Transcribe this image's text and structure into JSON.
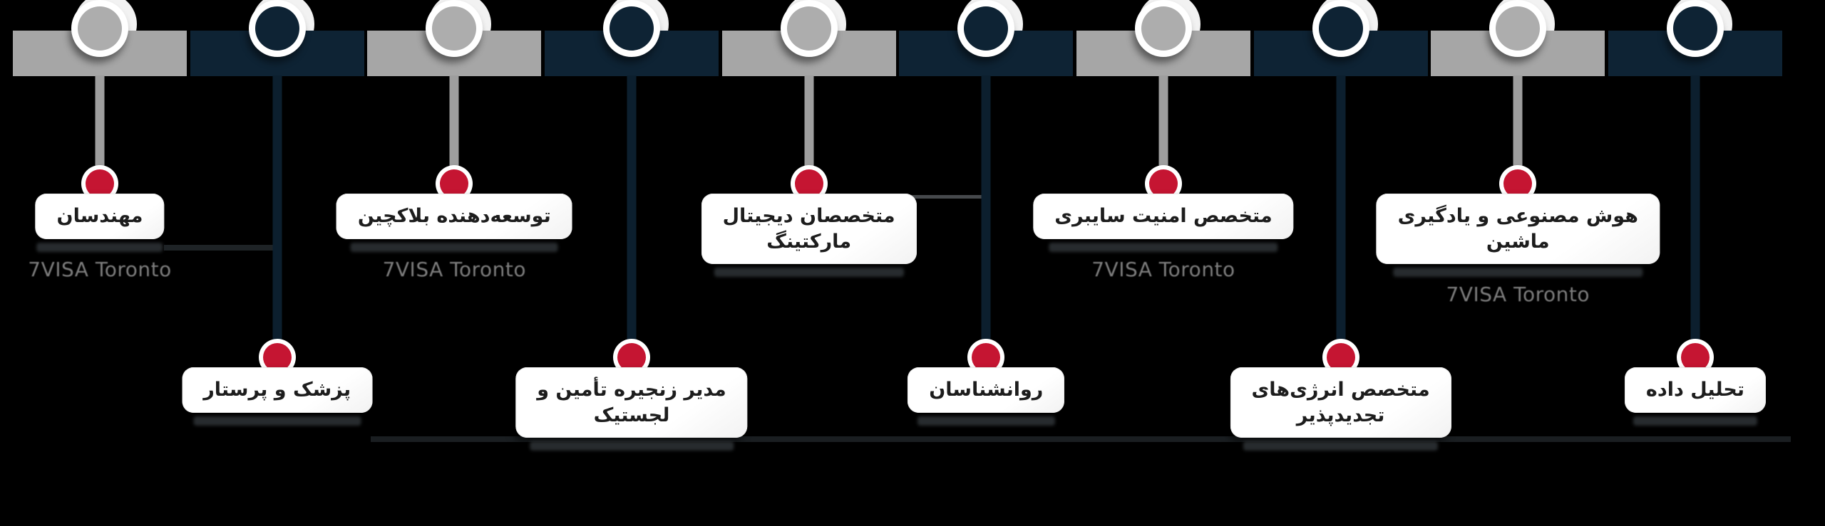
{
  "watermark": {
    "text": "7VISA Toronto"
  },
  "colors": {
    "background": "#000000",
    "gray_segment": "#a6a6a6",
    "navy_segment": "#0e2334",
    "gray_node": "#adadad",
    "navy_node": "#0e2334",
    "gray_line": "#9e9e9e",
    "navy_line": "#0c1f2e",
    "red_dot": "#c51532",
    "card_background": "#ffffff",
    "card_text": "#1d1d1d",
    "watermark_text": "#8b8b8b"
  },
  "timeline": {
    "items": [
      {
        "label": "مهندسان",
        "row": "upper",
        "tone": "gray",
        "watermark": true
      },
      {
        "label": "پزشک و پرستار",
        "row": "lower",
        "tone": "navy",
        "watermark": false
      },
      {
        "label": "توسعه‌دهنده بلاکچین",
        "row": "upper",
        "tone": "gray",
        "watermark": true
      },
      {
        "label": "مدیر زنجیره تأمین و\nلجستیک",
        "row": "lower",
        "tone": "navy",
        "watermark": false
      },
      {
        "label": "متخصصان دیجیتال\nمارکتینگ",
        "row": "upper",
        "tone": "gray",
        "watermark": false
      },
      {
        "label": "روانشناسان",
        "row": "lower",
        "tone": "navy",
        "watermark": false
      },
      {
        "label": "متخصص امنیت سایبری",
        "row": "upper",
        "tone": "gray",
        "watermark": true
      },
      {
        "label": "متخصص انرژی‌های\nتجدیدپذیر",
        "row": "lower",
        "tone": "navy",
        "watermark": false
      },
      {
        "label": "هوش مصنوعی و یادگیری\nماشین",
        "row": "upper",
        "tone": "gray",
        "watermark": true
      },
      {
        "label": "تحلیل داده",
        "row": "lower",
        "tone": "navy",
        "watermark": false
      }
    ]
  }
}
